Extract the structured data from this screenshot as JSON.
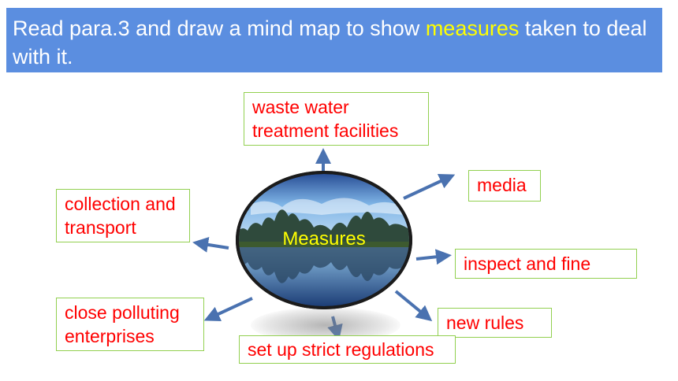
{
  "banner": {
    "text_before": " Read para.3 and draw a mind map to show ",
    "highlight": "measures",
    "text_after": " taken to deal with it."
  },
  "center": {
    "label": "Measures"
  },
  "nodes": {
    "top": {
      "line1": "waste water",
      "line2": "treatment facilities"
    },
    "media": "media",
    "left_top": {
      "line1": "collection and",
      "line2": "transport"
    },
    "inspect": "inspect and fine",
    "left_bottom": {
      "line1": "close polluting",
      "line2": "enterprises"
    },
    "new_rules": "new rules",
    "bottom": "set up strict regulations"
  },
  "colors": {
    "banner_bg": "#5b8ee0",
    "banner_text": "#ffffff",
    "highlight": "#ffff00",
    "node_text": "#ff0000",
    "node_border": "#92d050",
    "arrow": "#4a72b0"
  }
}
